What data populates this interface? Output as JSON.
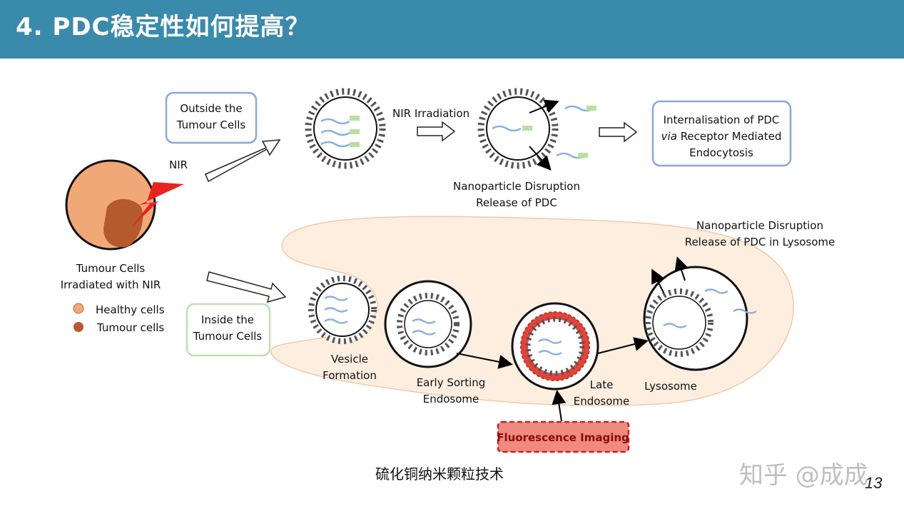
{
  "slide": {
    "title": "4. PDC稳定性如何提高？",
    "caption": "硫化铜纳米颗粒技术",
    "watermark": "知乎 @成成",
    "page_number": "13"
  },
  "diagram": {
    "outside_box": [
      "Outside the",
      "Tumour Cells"
    ],
    "inside_box": [
      "Inside the",
      "Tumour Cells"
    ],
    "nir": "NIR",
    "nir_irradiation": "NIR Irradiation",
    "disruption_top": [
      "Nanoparticle Disruption",
      "Release of PDC"
    ],
    "internalisation_box": [
      "Internalisation of PDC",
      "Receptor Mediated",
      "Endocytosis"
    ],
    "internalisation_via": "via",
    "tumour_label": [
      "Tumour Cells",
      "Irradiated with NIR"
    ],
    "legend": [
      {
        "label": "Healthy cells",
        "color": "#f0a878"
      },
      {
        "label": "Tumour cells",
        "color": "#b45a2c"
      }
    ],
    "disruption_lysosome": [
      "Nanoparticle Disruption",
      "Release of PDC in Lysosome"
    ],
    "vesicle": [
      "Vesicle",
      "Formation"
    ],
    "early_endosome": [
      "Early Sorting",
      "Endosome"
    ],
    "late_endosome": [
      "Late",
      "Endosome"
    ],
    "lysosome": "Lysosome",
    "fluorescence": "Fluorescence Imaging"
  },
  "colors": {
    "header": "#3a8aab",
    "box_blue": "#8aa8d8",
    "box_green": "#bfe0b0",
    "cell_fill": "#fdeee0",
    "fluorescence_red": "#e0443c"
  }
}
